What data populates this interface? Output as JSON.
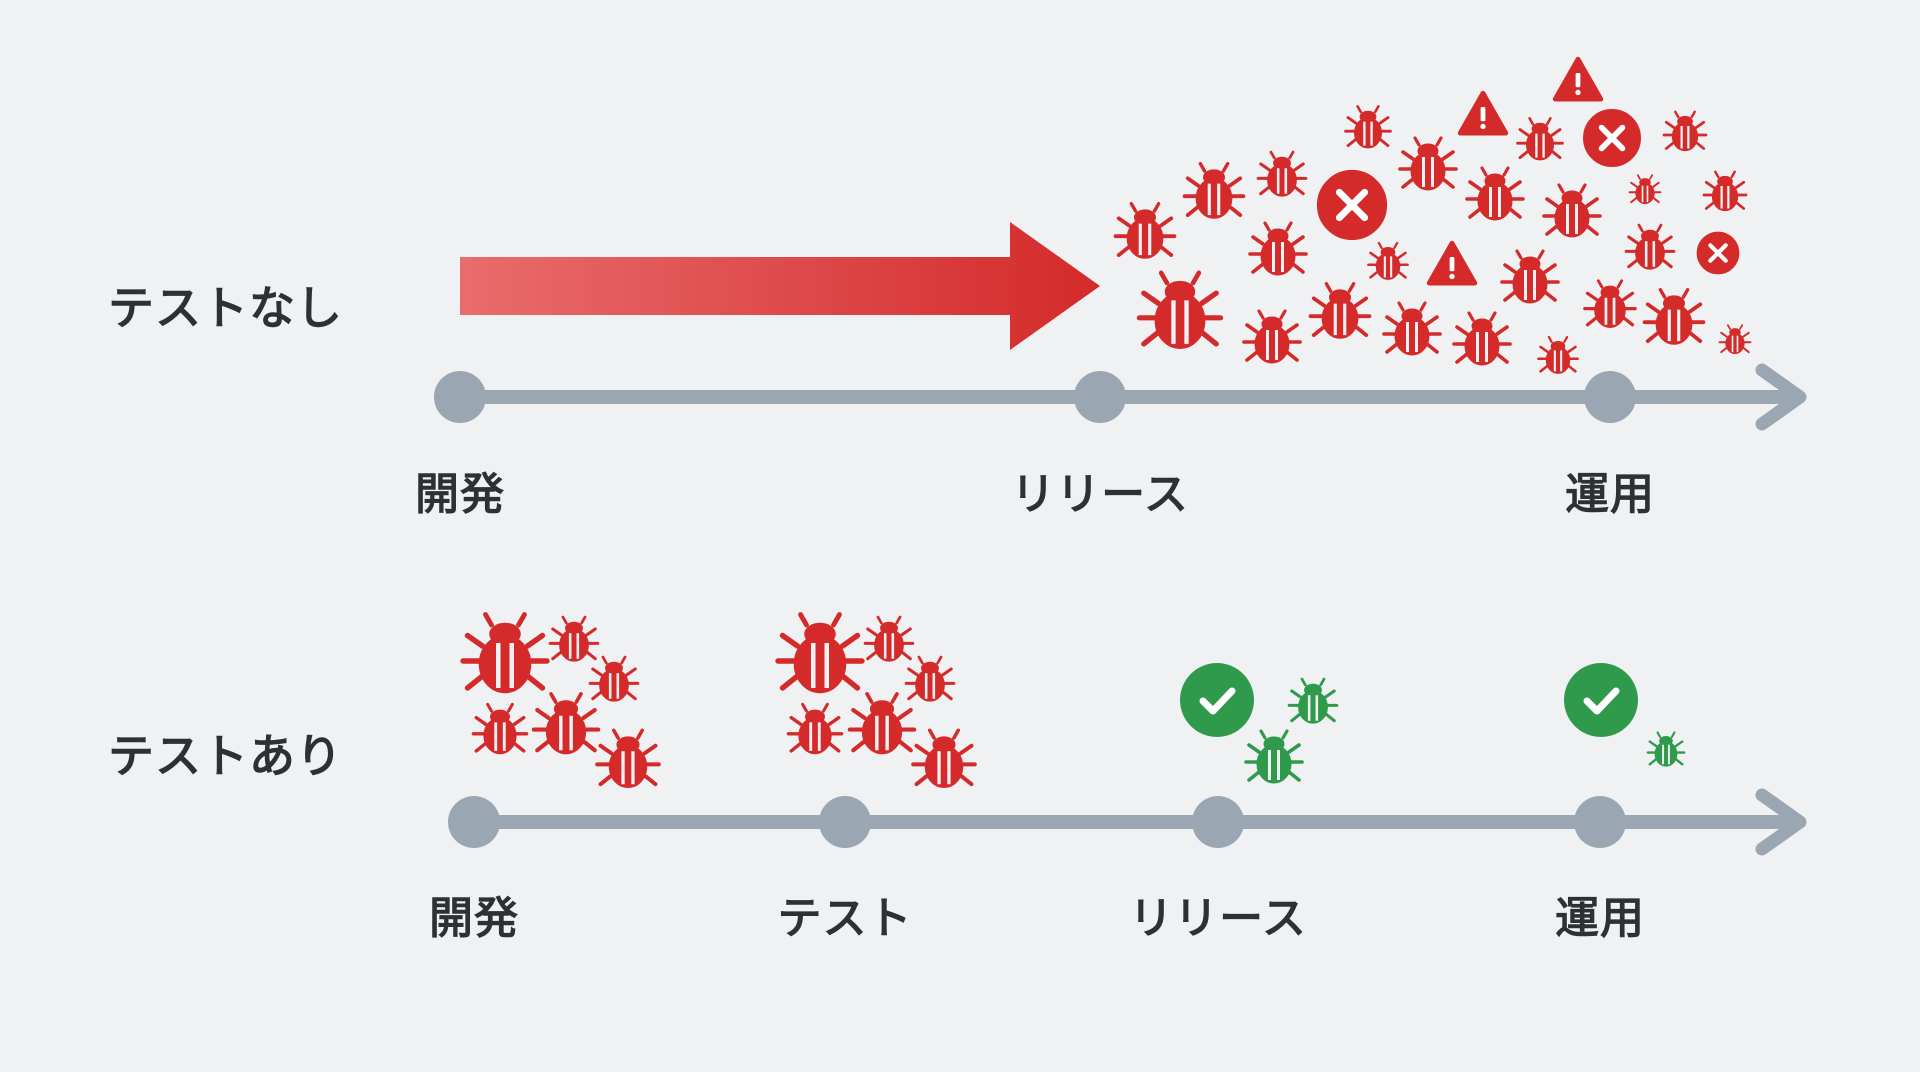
{
  "colors": {
    "background": "#eff1f3",
    "timeline": "#9aa6b1",
    "bug_red": "#d42a2a",
    "arrow_red": "#d42a2a",
    "arrow_red_light": "#e96c6c",
    "ok_green": "#2f9a4b",
    "text": "#2c3136"
  },
  "without_tests": {
    "label": "テストなし",
    "stages": [
      "開発",
      "リリース",
      "運用"
    ],
    "icons": [
      "bug-icon",
      "warning-icon",
      "error-x-icon"
    ]
  },
  "with_tests": {
    "label": "テストあり",
    "stages": [
      "開発",
      "テスト",
      "リリース",
      "運用"
    ],
    "icons": [
      "bug-icon",
      "checkmark-icon"
    ]
  }
}
